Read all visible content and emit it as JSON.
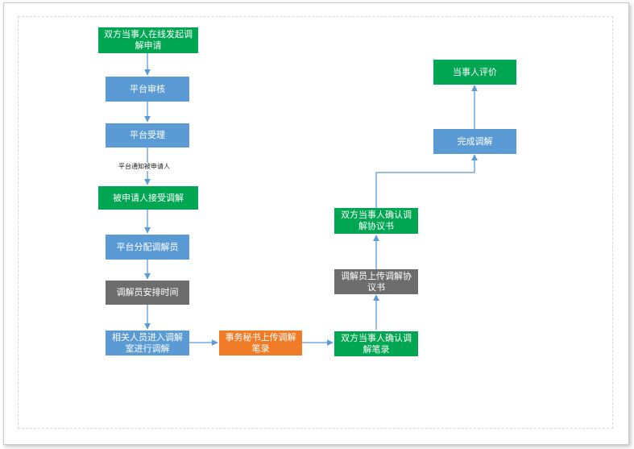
{
  "colors": {
    "green": "#00a651",
    "blue": "#5b9bd5",
    "gray": "#6d6d6d",
    "orange": "#f07c28",
    "edge": "#5b9bd5"
  },
  "nodes": {
    "initiate": "双方当事人在线发起调解申请",
    "review": "平台审核",
    "accept": "平台受理",
    "respondent_accept": "被申请人接受调解",
    "assign": "平台分配调解员",
    "schedule": "调解员安排时间",
    "enter_room": "相关人员进入调解室进行调解",
    "upload_notes": "事务秘书上传调解笔录",
    "confirm_notes": "双方当事人确认调解笔录",
    "upload_agreement": "调解员上传调解协议书",
    "confirm_agreement": "双方当事人确认调解协议书",
    "complete": "完成调解",
    "rate": "当事人评价"
  },
  "edge_labels": {
    "notify": "平台通知被申请人"
  }
}
